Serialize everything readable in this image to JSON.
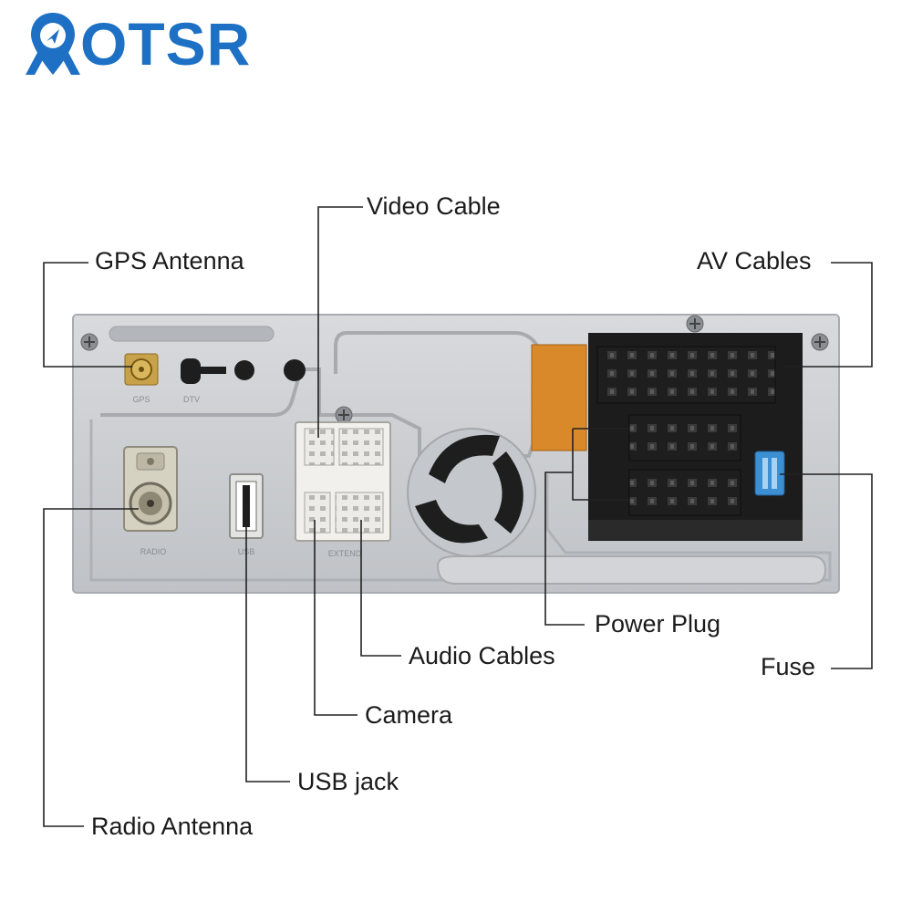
{
  "brand": {
    "logo_text": "OTSR",
    "logo_full": "Aotsr",
    "color": "#1d70c4"
  },
  "labels": {
    "video_cable": "Video Cable",
    "gps_antenna": "GPS Antenna",
    "av_cables": "AV Cables",
    "power_plug": "Power Plug",
    "audio_cables": "Audio Cables",
    "fuse": "Fuse",
    "camera": "Camera",
    "usb_jack": "USB jack",
    "radio_antenna": "Radio Antenna"
  },
  "panel_markings": {
    "gps": "GPS",
    "dtv": "DTV",
    "radio": "RADIO",
    "usb": "USB",
    "extend": "EXTEND"
  },
  "colors": {
    "panel": "#c9ccd0",
    "connector_black": "#1e1e1e",
    "connector_white": "#ecebe7",
    "pcb": "#d9892a",
    "fuse": "#3d8fd4",
    "line": "#222222"
  }
}
